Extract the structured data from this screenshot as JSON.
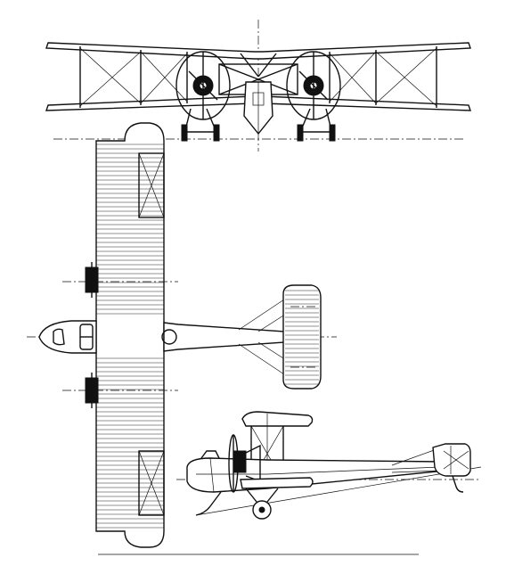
{
  "drawing": {
    "views": [
      {
        "name": "front-view"
      },
      {
        "name": "top-view"
      },
      {
        "name": "side-view"
      }
    ],
    "line_color": "#111111",
    "background": "#ffffff"
  }
}
